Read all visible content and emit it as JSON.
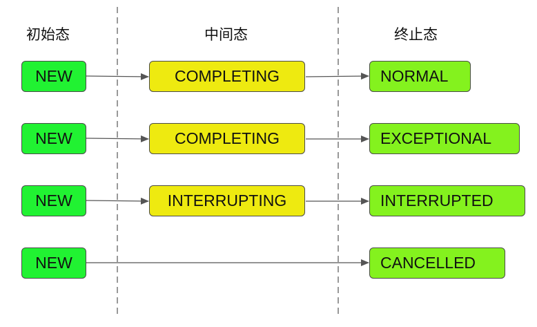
{
  "headings": {
    "initial": "初始态",
    "intermediate": "中间态",
    "final": "终止态"
  },
  "rows": [
    {
      "initial": "NEW",
      "intermediate": "COMPLETING",
      "final": "NORMAL"
    },
    {
      "initial": "NEW",
      "intermediate": "COMPLETING",
      "final": "EXCEPTIONAL"
    },
    {
      "initial": "NEW",
      "intermediate": "INTERRUPTING",
      "final": "INTERRUPTED"
    },
    {
      "initial": "NEW",
      "intermediate": "",
      "final": "CANCELLED"
    }
  ],
  "colors": {
    "initial": "#21f232",
    "intermediate": "#eeea10",
    "final": "#84f21e",
    "arrow": "#555555",
    "divider": "#777777"
  }
}
